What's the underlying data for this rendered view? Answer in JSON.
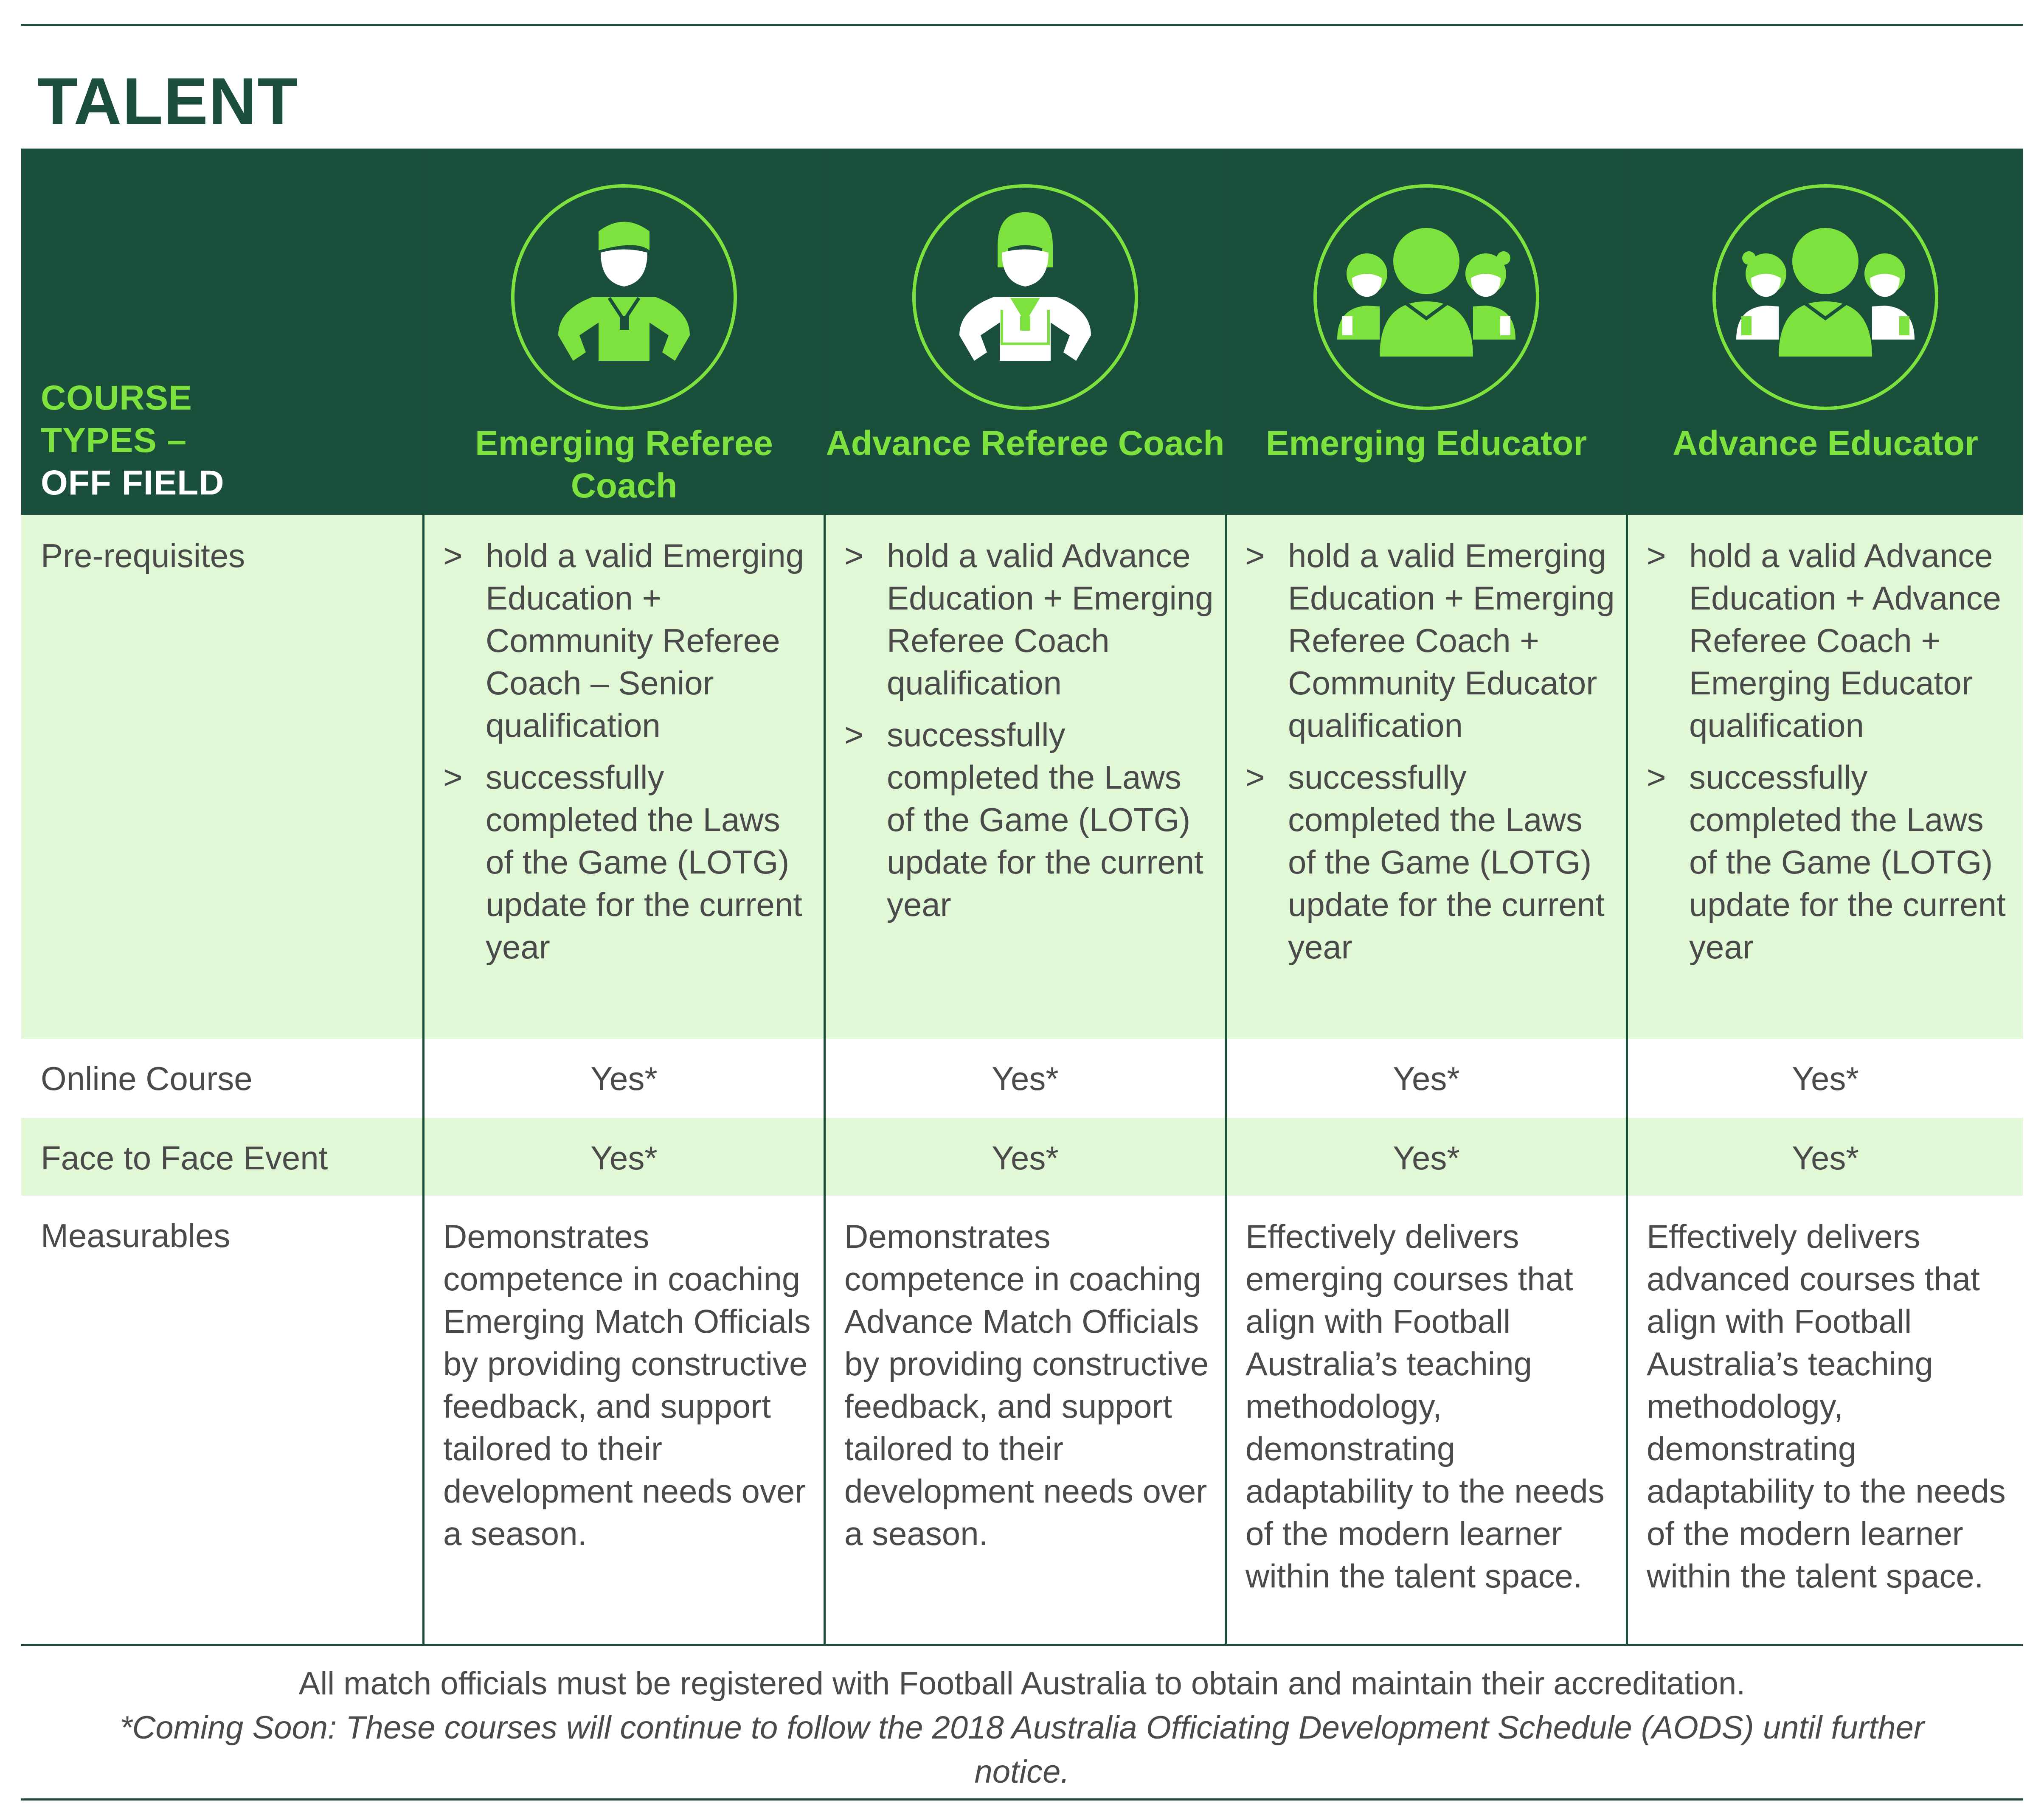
{
  "title": "TALENT",
  "header": {
    "label_line1": "COURSE",
    "label_line2": "TYPES –",
    "label_line3": "OFF FIELD"
  },
  "columns": [
    {
      "title": "Emerging Referee Coach",
      "icon": "referee-coach-green-icon"
    },
    {
      "title": "Advance Referee Coach",
      "icon": "referee-coach-white-icon"
    },
    {
      "title": "Emerging Educator",
      "icon": "educator-group-green-icon"
    },
    {
      "title": "Advance Educator",
      "icon": "educator-group-white-icon"
    }
  ],
  "rows": {
    "prerequisites": {
      "label": "Pre-requisites",
      "bullet": ">",
      "cells": [
        [
          "hold a valid Emerging Education + Community Referee Coach – Senior qualification",
          "successfully completed the Laws of the Game (LOTG) update for the current year"
        ],
        [
          "hold a valid Advance Education + Emerging Referee Coach qualification",
          "successfully completed the Laws of the Game (LOTG) update for the current year"
        ],
        [
          "hold a valid Emerging Education + Emerging Referee Coach + Community Educator qualification",
          "successfully completed the Laws of the Game (LOTG) update for the current year"
        ],
        [
          "hold a valid Advance Education + Advance Referee Coach + Emerging Educator qualification",
          "successfully completed the Laws of the Game (LOTG) update for the current year"
        ]
      ]
    },
    "online": {
      "label": "Online Course",
      "cells": [
        "Yes*",
        "Yes*",
        "Yes*",
        "Yes*"
      ]
    },
    "face_to_face": {
      "label": "Face to Face Event",
      "cells": [
        "Yes*",
        "Yes*",
        "Yes*",
        "Yes*"
      ]
    },
    "measurables": {
      "label": "Measurables",
      "cells": [
        "Demonstrates competence in coaching Emerging Match Officials by providing constructive feedback, and support tailored to their development needs over a season.",
        "Demonstrates competence in coaching Advance Match Officials by providing constructive feedback, and support tailored to their development needs over a season.",
        "Effectively delivers emerging courses that align with Football Australia’s teaching methodology, demonstrating adaptability to the needs of the modern learner within the talent space.",
        "Effectively delivers advanced courses that align with Football Australia’s teaching methodology, demonstrating adaptability to the needs of the modern learner within the talent space."
      ]
    }
  },
  "footer": {
    "line1": "All match officials must be registered with Football Australia to obtain and maintain their accreditation.",
    "note": "*Coming Soon: These courses will continue to follow the 2018 Australia Officiating Development Schedule (AODS) until further notice."
  },
  "colors": {
    "dark_green": "#1a4f3b",
    "bright_green": "#7ee23e",
    "light_green_bg": "#e1f8d6",
    "text_gray": "#4a4a4a"
  }
}
